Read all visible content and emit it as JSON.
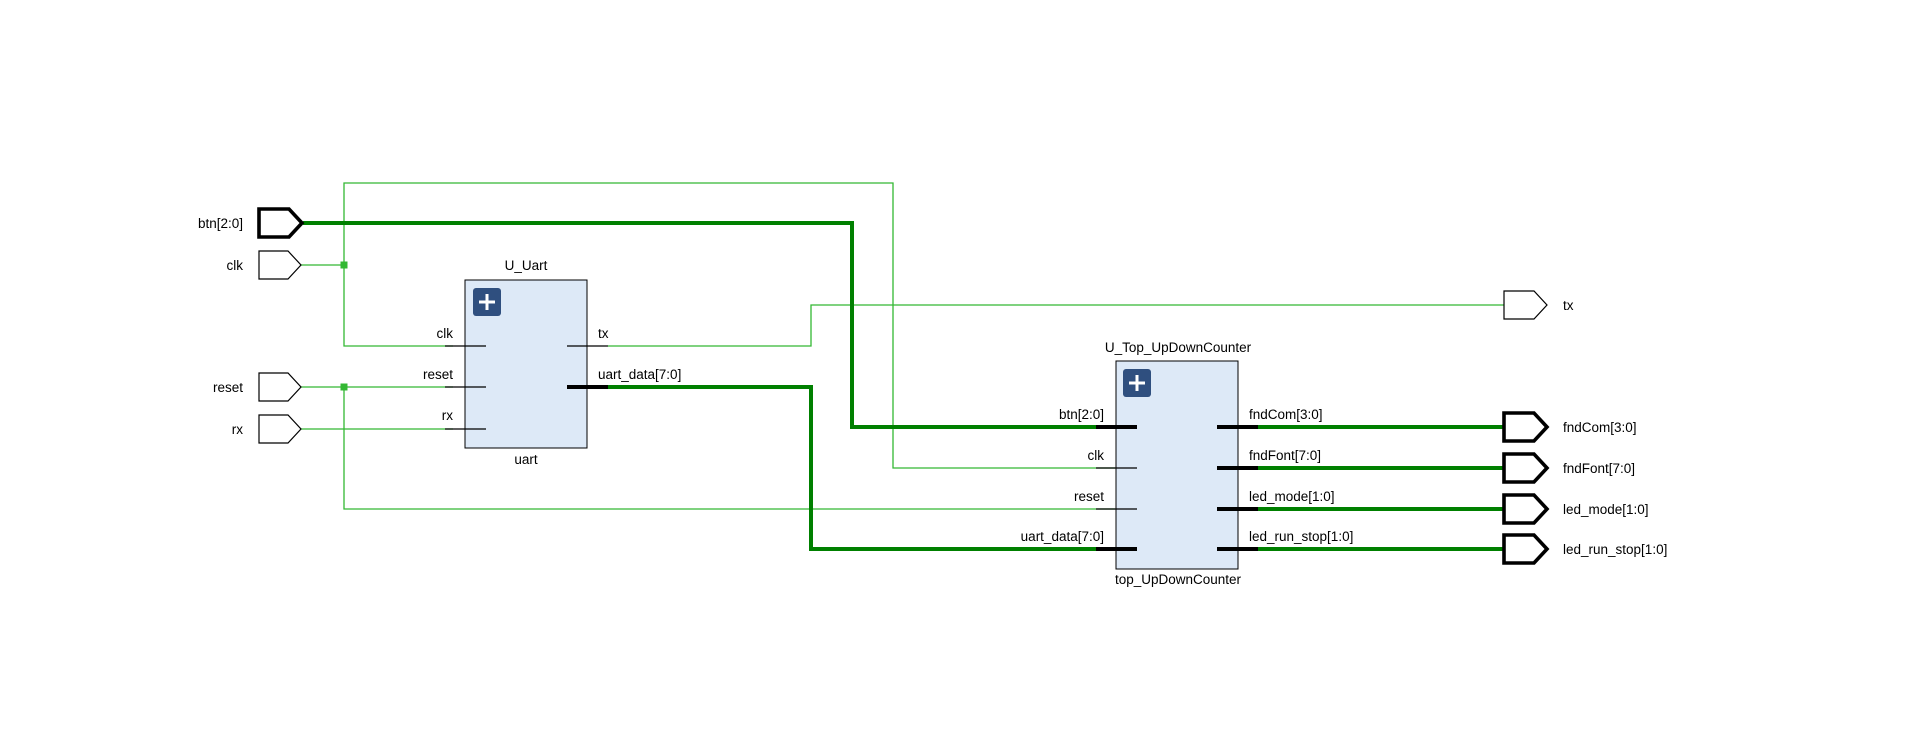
{
  "colors": {
    "wire": "#008000",
    "wire_thin": "#33b833",
    "cell_fill": "#dde9f7",
    "expand_button": "#2f4f7f",
    "port_stroke": "#000000"
  },
  "inputs": {
    "btn": "btn[2:0]",
    "clk": "clk",
    "reset": "reset",
    "rx": "rx"
  },
  "outputs": {
    "tx": "tx",
    "fndCom": "fndCom[3:0]",
    "fndFont": "fndFont[7:0]",
    "led_mode": "led_mode[1:0]",
    "led_run_stop": "led_run_stop[1:0]"
  },
  "uart": {
    "instance": "U_Uart",
    "module": "uart",
    "expand_icon": "plus-icon",
    "pins": {
      "clk": "clk",
      "reset": "reset",
      "rx": "rx",
      "tx": "tx",
      "uart_data": "uart_data[7:0]"
    }
  },
  "counter": {
    "instance": "U_Top_UpDownCounter",
    "module": "top_UpDownCounter",
    "expand_icon": "plus-icon",
    "pins": {
      "btn": "btn[2:0]",
      "clk": "clk",
      "reset": "reset",
      "uart_data": "uart_data[7:0]",
      "fndCom": "fndCom[3:0]",
      "fndFont": "fndFont[7:0]",
      "led_mode": "led_mode[1:0]",
      "led_run_stop": "led_run_stop[1:0]"
    }
  }
}
